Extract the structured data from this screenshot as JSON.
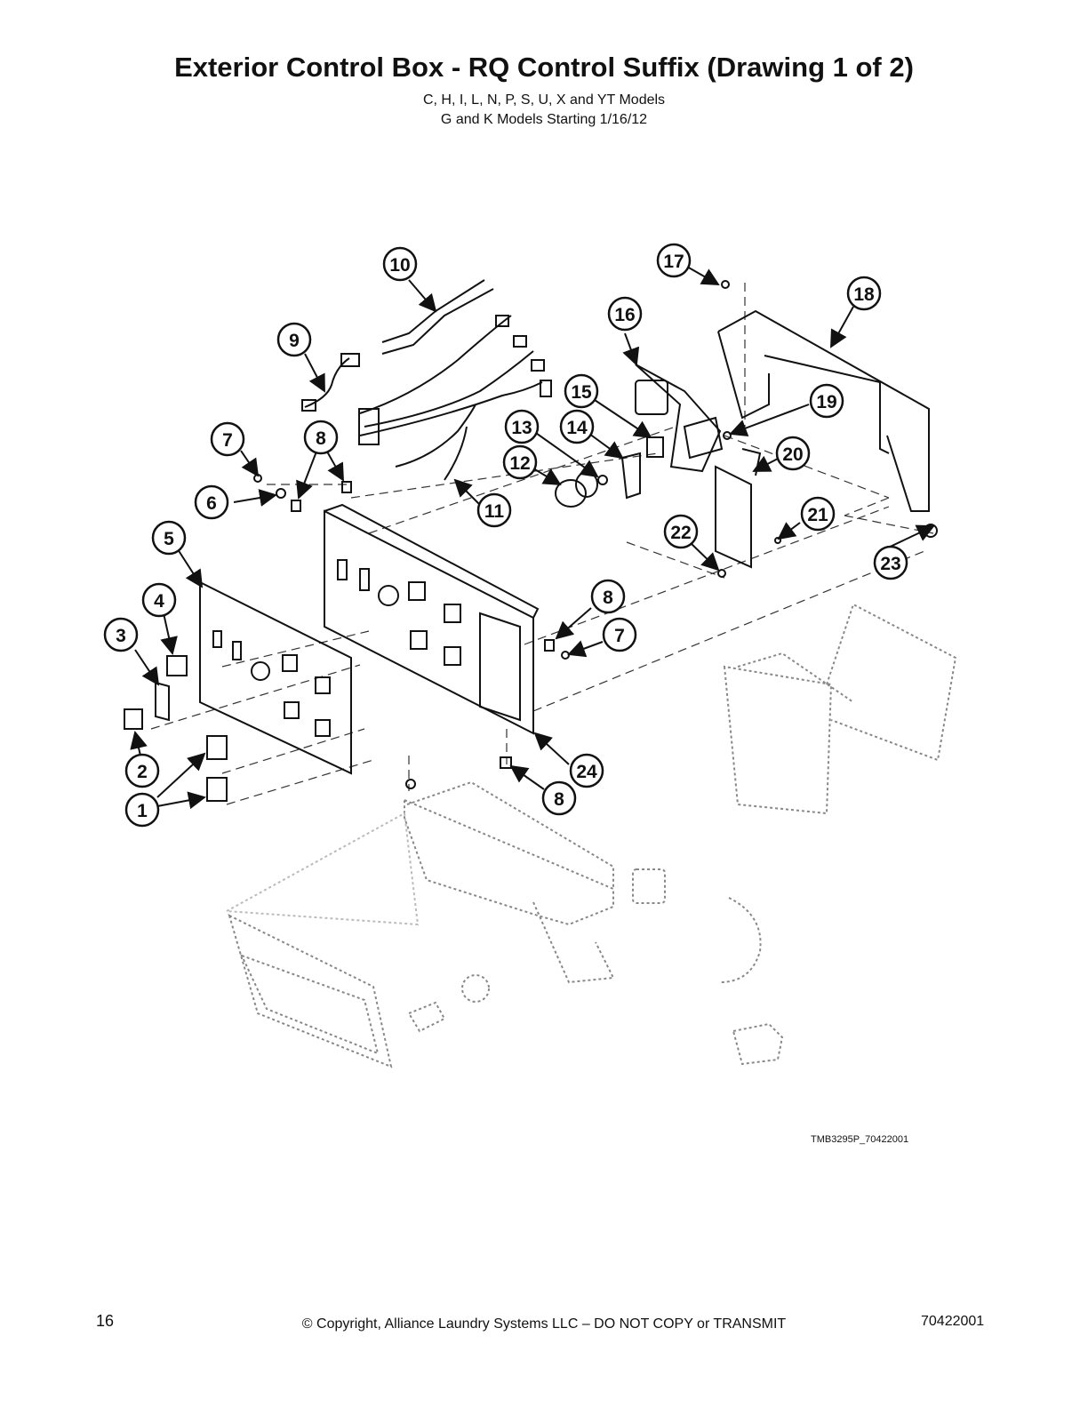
{
  "header": {
    "title": "Exterior Control Box - RQ Control Suffix (Drawing 1 of 2)",
    "subtitle_line1": "C, H, I, L, N, P, S, U, X and YT Models",
    "subtitle_line2": "G and K Models Starting 1/16/12"
  },
  "diagram": {
    "drawing_id": "TMB3295P_70422001",
    "callouts": [
      "10",
      "9",
      "17",
      "18",
      "16",
      "19",
      "15",
      "20",
      "13",
      "14",
      "7",
      "8",
      "12",
      "6",
      "11",
      "21",
      "22",
      "23",
      "5",
      "4",
      "8",
      "7",
      "3",
      "2",
      "24",
      "8",
      "1"
    ]
  },
  "footer": {
    "page_number": "16",
    "copyright": "© Copyright, Alliance Laundry Systems LLC – DO NOT COPY or TRANSMIT",
    "doc_number": "70422001"
  }
}
